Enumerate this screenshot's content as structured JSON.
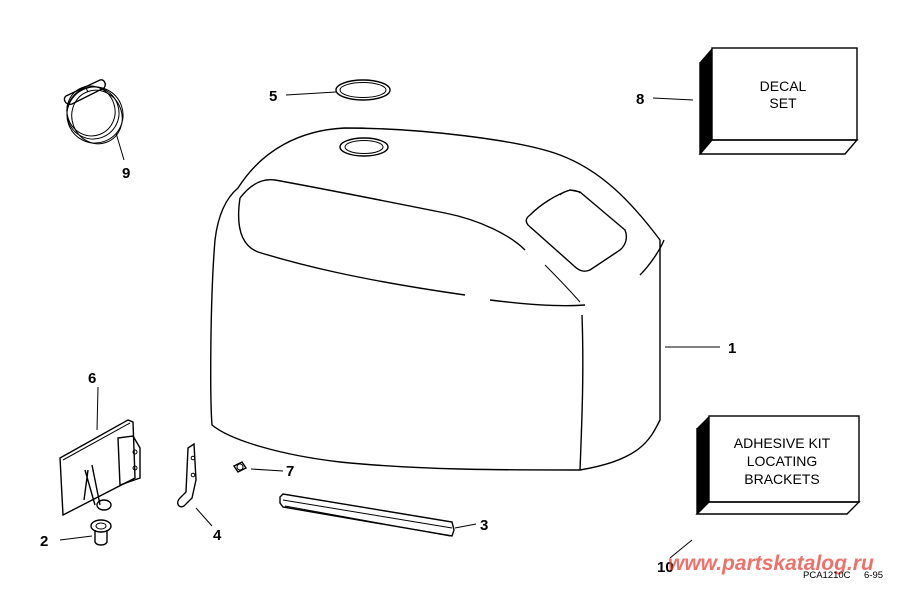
{
  "diagram": {
    "type": "exploded-parts-view",
    "subject": "Engine cover (cowl) assembly",
    "parts": [
      {
        "number": "1",
        "name": "engine-cover"
      },
      {
        "number": "2",
        "name": "grommet"
      },
      {
        "number": "3",
        "name": "seal-strip"
      },
      {
        "number": "4",
        "name": "bracket"
      },
      {
        "number": "5",
        "name": "o-ring"
      },
      {
        "number": "6",
        "name": "latch-plate"
      },
      {
        "number": "7",
        "name": "screw"
      },
      {
        "number": "8",
        "name": "decal-set-box"
      },
      {
        "number": "9",
        "name": "cable"
      },
      {
        "number": "10",
        "name": "adhesive-kit-box"
      }
    ],
    "boxes": {
      "decal": {
        "lines": [
          "DECAL",
          "SET"
        ]
      },
      "adhesive": {
        "lines": [
          "ADHESIVE KIT",
          "LOCATING",
          "BRACKETS"
        ]
      }
    },
    "callouts": {
      "c1": "1",
      "c2": "2",
      "c3": "3",
      "c4": "4",
      "c5": "5",
      "c6": "6",
      "c7": "7",
      "c8": "8",
      "c9": "9",
      "c10": "10"
    },
    "watermark": "www.partskatalog.ru",
    "reference_code": "PCA1210C",
    "date_code": "6-95"
  },
  "colors": {
    "line": "#000000",
    "background": "#ffffff",
    "watermark": "#e8443a"
  }
}
